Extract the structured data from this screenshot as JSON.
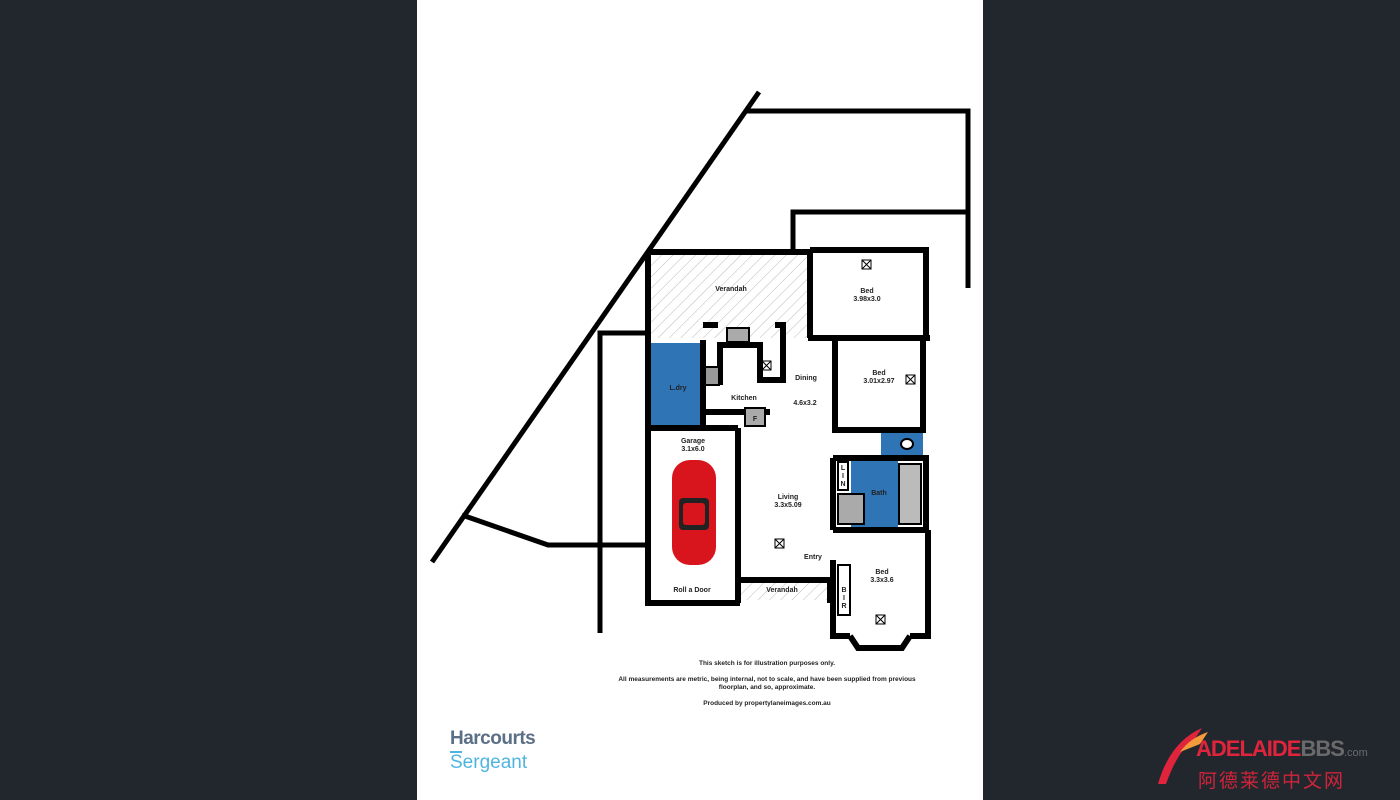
{
  "rooms": {
    "verandah_rear": "Verandah",
    "bed1": "Bed",
    "bed1_size": "3.98x3.0",
    "laundry": "L.dry",
    "kitchen": "Kitchen",
    "fridge": "F",
    "dining": "Dining",
    "dining_size": "4.6x3.2",
    "bed2": "Bed",
    "bed2_size": "3.01x2.97",
    "garage": "Garage",
    "garage_size": "3.1x6.0",
    "lin_l": "L",
    "lin_i": "I",
    "lin_n": "N",
    "bath": "Bath",
    "living": "Living",
    "living_size": "3.3x5.09",
    "entry": "Entry",
    "bed3": "Bed",
    "bed3_size": "3.3x3.6",
    "bir_b": "B",
    "bir_i": "I",
    "bir_r": "R",
    "roll_door": "Roll a Door",
    "verandah_front": "Verandah"
  },
  "notes": {
    "line1": "This sketch is for illustration purposes only.",
    "line2": "All measurements are metric, being internal, not to scale, and have been supplied from previous floorplan, and so, approximate.",
    "line3": "Produced by propertylaneimages.com.au"
  },
  "brand": {
    "name": "Harcourts",
    "office": "Sergeant"
  },
  "watermark": {
    "en_red": "ADELAIDE",
    "en_grey": "BBS",
    "domain": ".com",
    "cn": "阿德莱德中文网"
  },
  "colors": {
    "background": "#22272e",
    "wet_area": "#2f74b5",
    "car": "#d8141c",
    "brand_blue": "#4fb5e0"
  }
}
